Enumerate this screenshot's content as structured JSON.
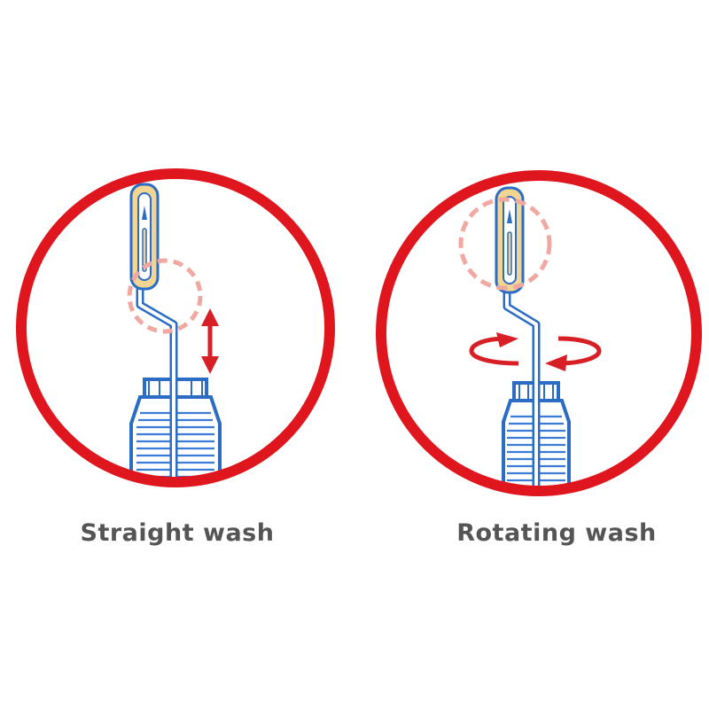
{
  "panels": [
    {
      "caption": "Straight wash",
      "motion": "up-down-arrow"
    },
    {
      "caption": "Rotating wash",
      "motion": "rotation-arrows"
    }
  ],
  "colors": {
    "ring": "#e0161e",
    "motion_arrow": "#d91f26",
    "highlight_dashed": "#f0a8a0",
    "brush_handle": "#f2d592",
    "brush_outline": "#2b6cc4",
    "bottle": "#2b6cc4",
    "caption_text": "#555555"
  }
}
